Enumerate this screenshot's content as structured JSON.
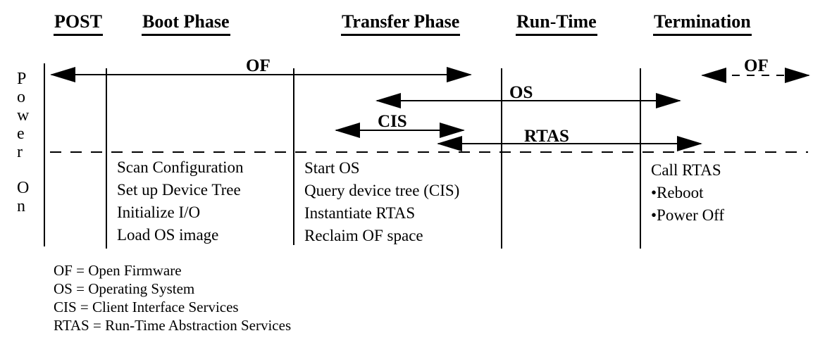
{
  "headers": [
    {
      "label": "POST"
    },
    {
      "label": "Boot Phase"
    },
    {
      "label": "Transfer Phase"
    },
    {
      "label": "Run-Time"
    },
    {
      "label": "Termination"
    }
  ],
  "power_state": {
    "word1": "Power",
    "word2": "On"
  },
  "arrows": {
    "of": {
      "label": "OF"
    },
    "os": {
      "label": "OS"
    },
    "cis": {
      "label": "CIS"
    },
    "rtas": {
      "label": "RTAS"
    },
    "of_termination": {
      "label": "OF"
    }
  },
  "columns": {
    "boot": {
      "items": [
        "Scan Configuration",
        "Set up Device Tree",
        "Initialize I/O",
        "Load OS image"
      ]
    },
    "transfer": {
      "items": [
        "Start OS",
        "Query device tree (CIS)",
        "Instantiate RTAS",
        "Reclaim OF space"
      ]
    },
    "termination": {
      "items": [
        "Call RTAS",
        "•Reboot",
        "•Power Off"
      ]
    }
  },
  "legend": {
    "lines": [
      "OF = Open Firmware",
      "OS = Operating System",
      "CIS = Client Interface Services",
      "RTAS = Run-Time Abstraction Services"
    ]
  },
  "colors": {
    "ink": "#000000",
    "background": "#ffffff"
  }
}
